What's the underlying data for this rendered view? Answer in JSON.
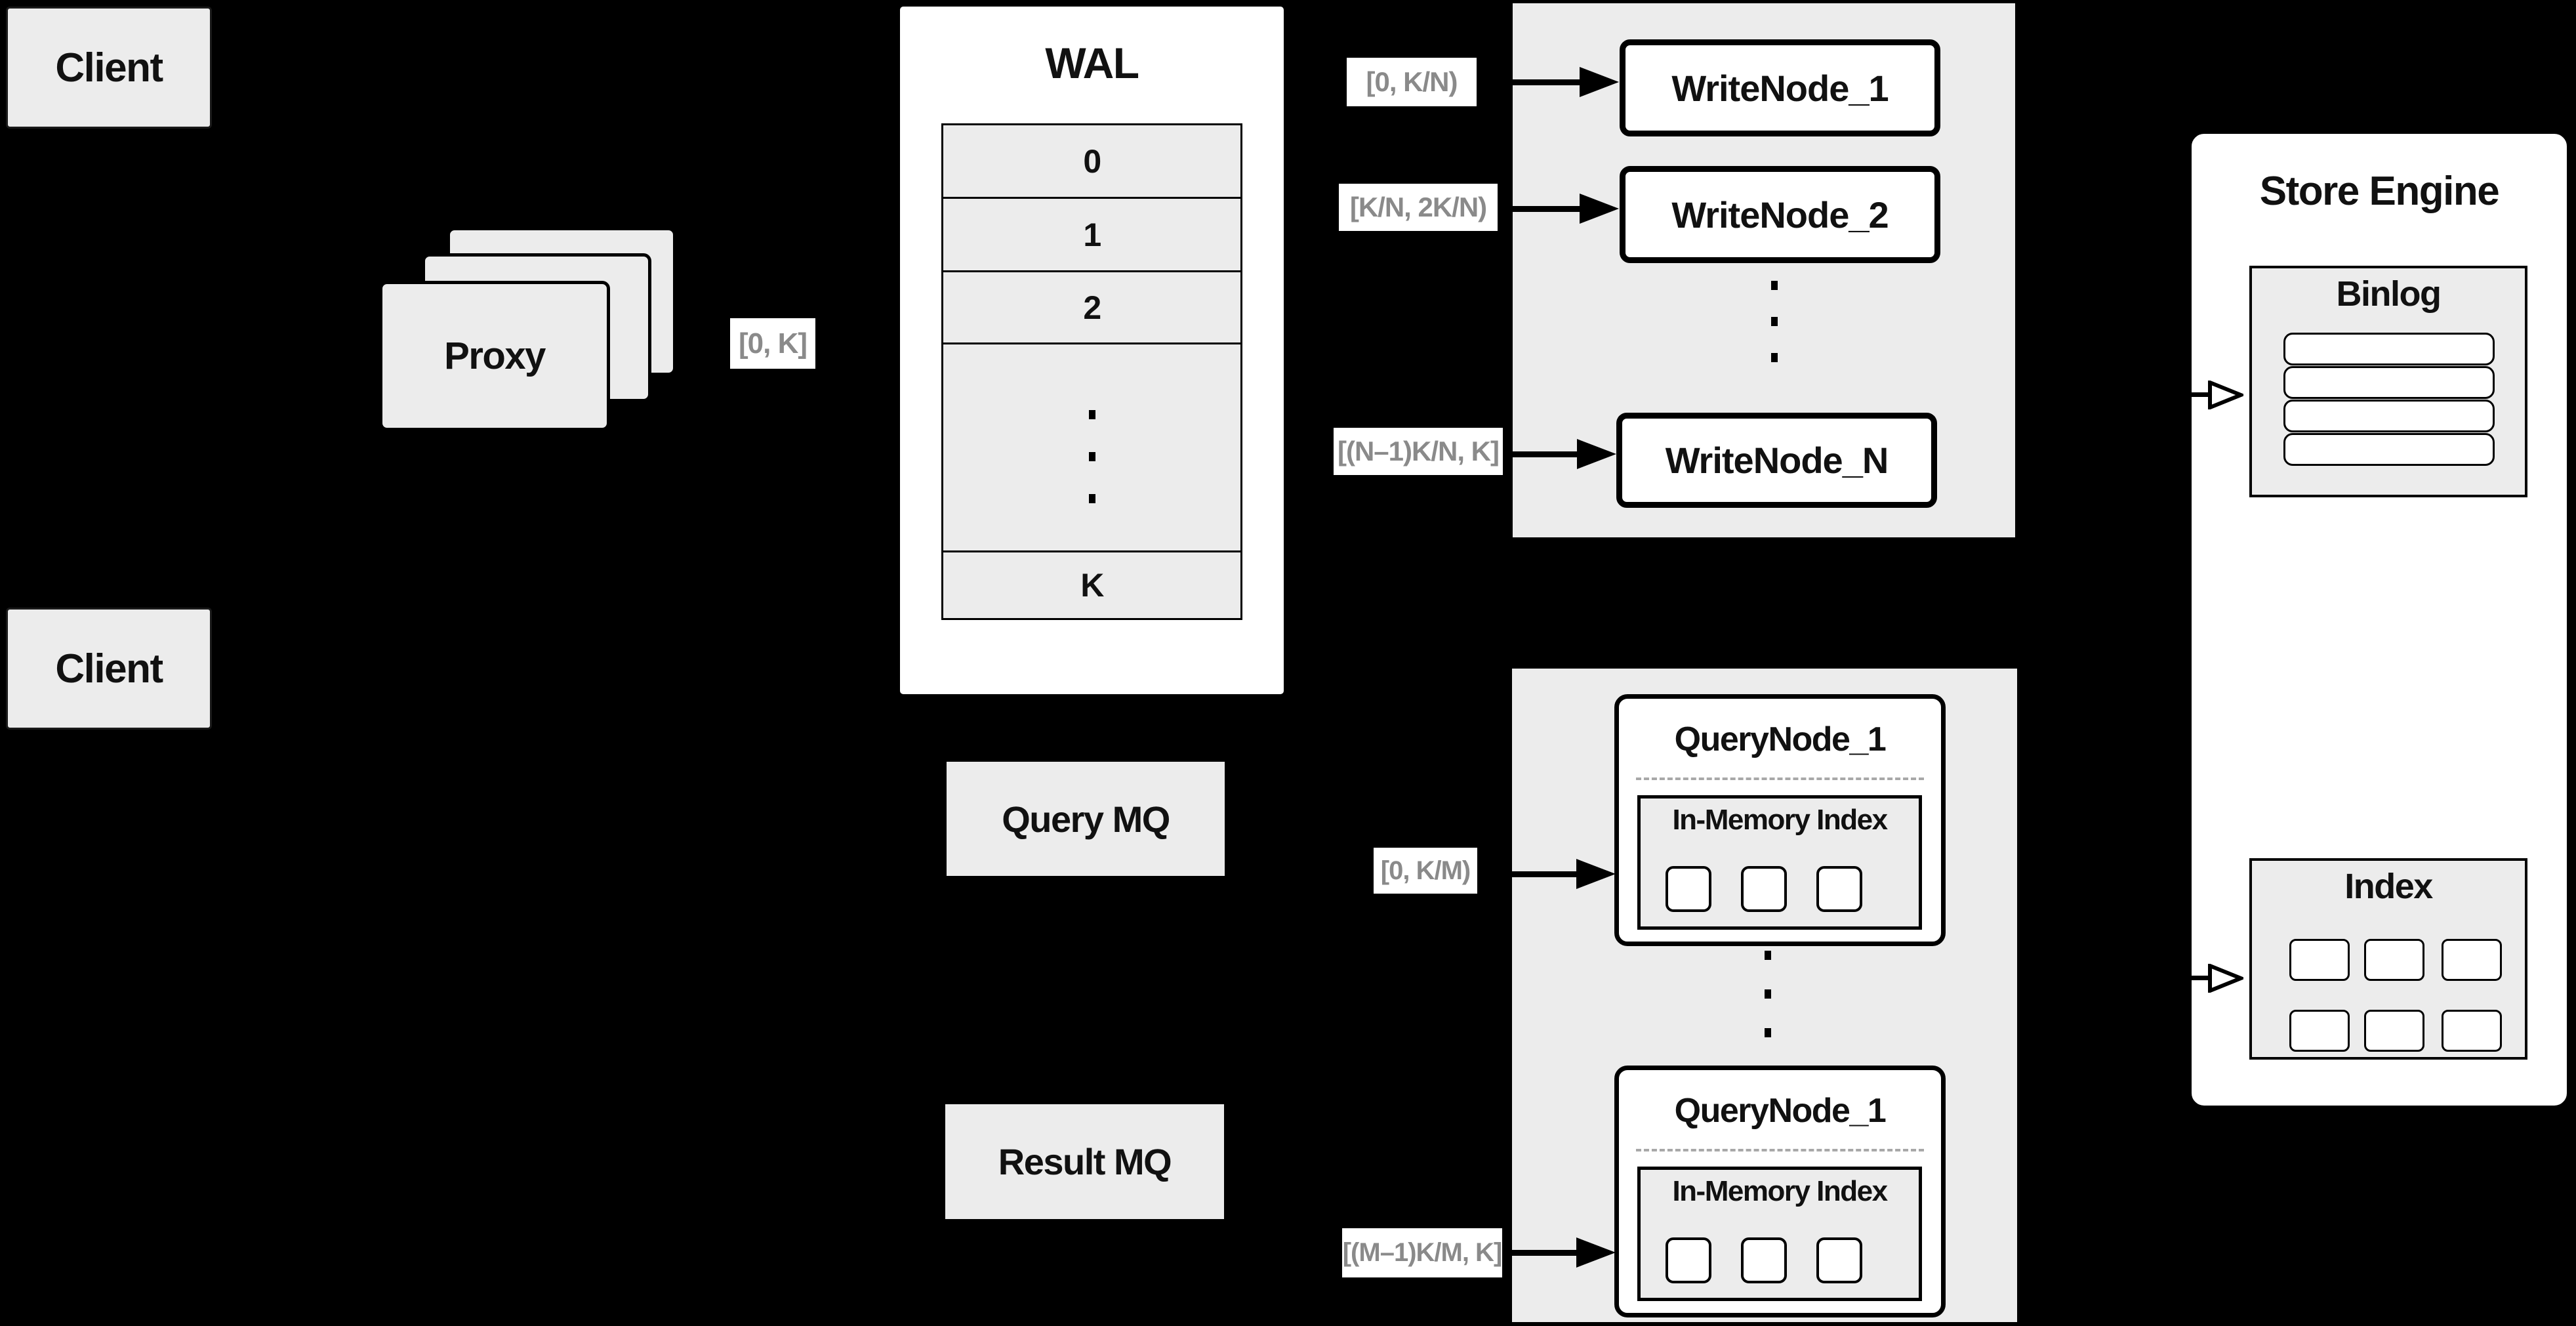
{
  "diagram": {
    "clients": {
      "top": "Client",
      "bottom": "Client"
    },
    "proxy": {
      "label": "Proxy"
    },
    "ranges": {
      "to_wal": "[0, K]",
      "write_1": "[0,  K/N)",
      "write_2": "[K/N, 2K/N)",
      "write_n": "[(N–1)K/N,  K]",
      "query_1": "[0, K/M)",
      "query_m": "[(M–1)K/M, K]"
    },
    "wal": {
      "title": "WAL",
      "rows": [
        "0",
        "1",
        "2"
      ],
      "last_row": "K"
    },
    "write_nodes": {
      "node_1": "WriteNode_1",
      "node_2": "WriteNode_2",
      "node_n": "WriteNode_N"
    },
    "store_engine": {
      "title": "Store Engine",
      "binlog_title": "Binlog",
      "binlog_row_count": 4,
      "index_title": "Index",
      "index_cell_count": 6
    },
    "mq": {
      "query": "Query MQ",
      "result": "Result MQ"
    },
    "query_nodes": {
      "node_top_title": "QueryNode_1",
      "node_bottom_title": "QueryNode_1",
      "inner_title": "In-Memory Index",
      "inner_cell_count": 3
    }
  }
}
